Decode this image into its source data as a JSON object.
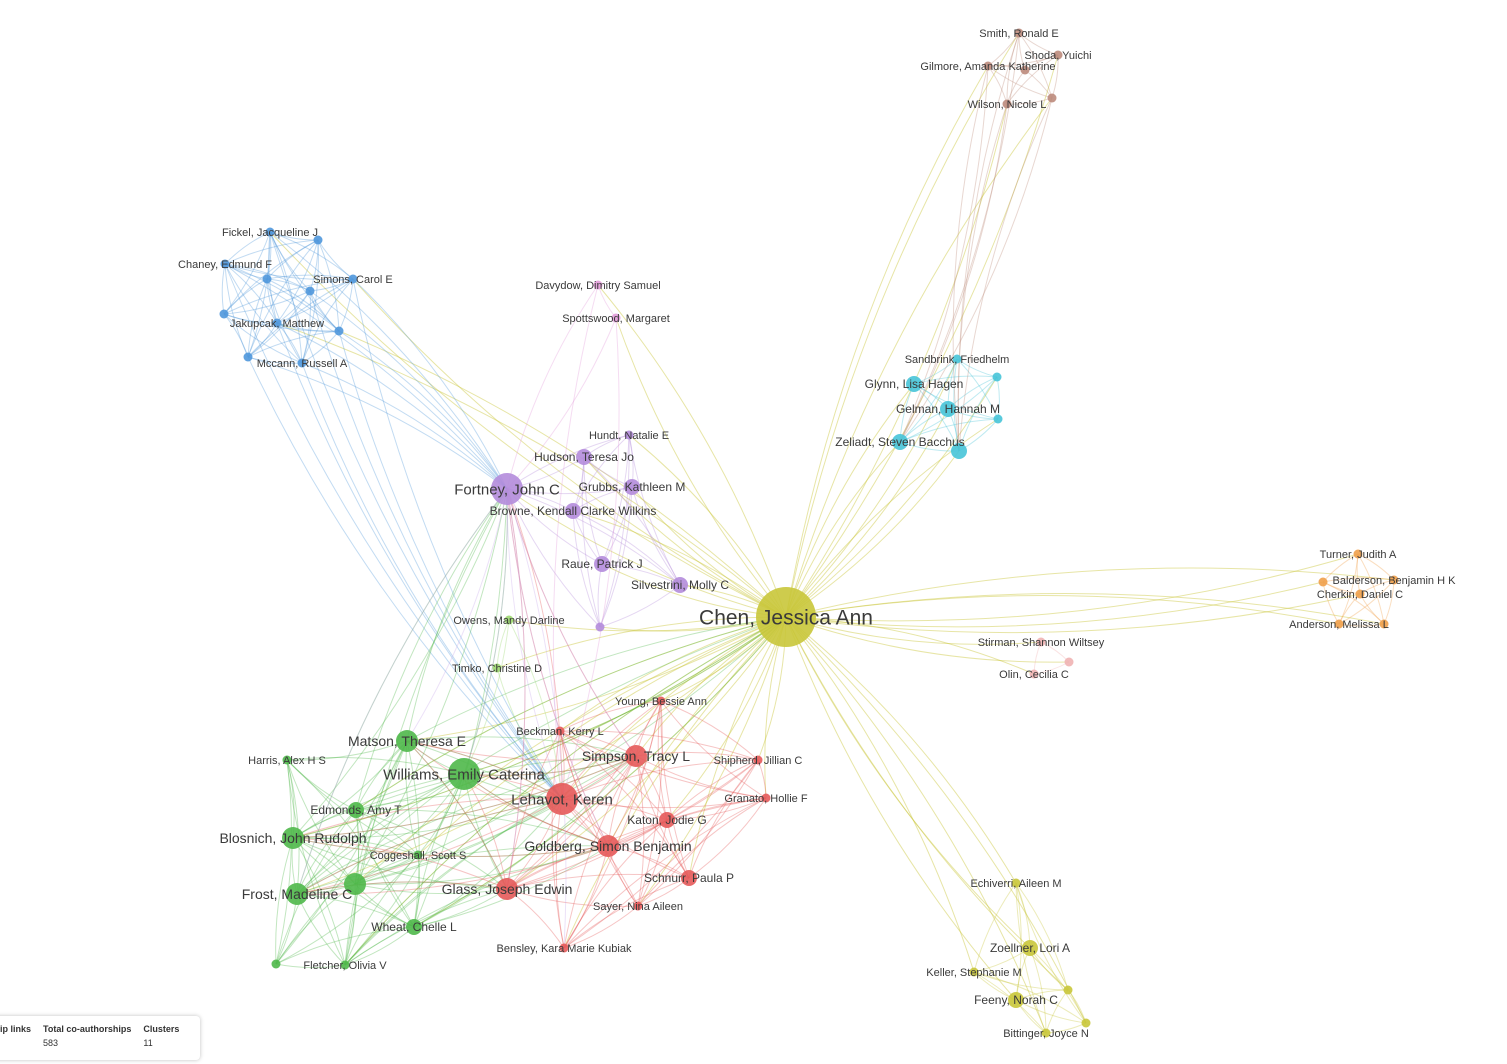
{
  "colors": {
    "red": "#e55a5a",
    "green": "#4fb84a",
    "blue": "#4f97db",
    "olive": "#c9c63a",
    "purple": "#b48cdb",
    "cyan": "#47c4d8",
    "orange": "#f0a04a",
    "brown": "#bd8b7c",
    "pink": "#e39bd9",
    "lightpink": "#f0b3b3",
    "lightgreen": "#9bd66f",
    "lightpurple": "#c9a9ea"
  },
  "nodes": [
    {
      "id": "chen",
      "label": "Chen, Jessica Ann",
      "cluster": "olive",
      "size": "xl"
    },
    {
      "id": "fortney",
      "label": "Fortney, John C",
      "cluster": "purple",
      "size": "l"
    },
    {
      "id": "lehavot",
      "label": "Lehavot, Keren",
      "cluster": "red",
      "size": "l"
    },
    {
      "id": "williams",
      "label": "Williams, Emily Caterina",
      "cluster": "green",
      "size": "l"
    },
    {
      "id": "simpson",
      "label": "Simpson, Tracy L",
      "cluster": "red",
      "size": "m"
    },
    {
      "id": "glass",
      "label": "Glass, Joseph Edwin",
      "cluster": "red",
      "size": "m"
    },
    {
      "id": "goldberg",
      "label": "Goldberg, Simon Benjamin",
      "cluster": "red",
      "size": "m"
    },
    {
      "id": "katon",
      "label": "Katon, Jodie G",
      "cluster": "red",
      "size": "s"
    },
    {
      "id": "schnurr",
      "label": "Schnurr, Paula P",
      "cluster": "red",
      "size": "s"
    },
    {
      "id": "sayer",
      "label": "Sayer, Nina Aileen",
      "cluster": "red",
      "size": "xs"
    },
    {
      "id": "bensley",
      "label": "Bensley, Kara Marie Kubiak",
      "cluster": "red",
      "size": "xs"
    },
    {
      "id": "young",
      "label": "Young, Bessie Ann",
      "cluster": "red",
      "size": "xs"
    },
    {
      "id": "beckman",
      "label": "Beckman, Kerry L",
      "cluster": "red",
      "size": "xs"
    },
    {
      "id": "shipherd",
      "label": "Shipherd, Jillian C",
      "cluster": "red",
      "size": "xs"
    },
    {
      "id": "granato",
      "label": "Granato, Hollie F",
      "cluster": "red",
      "size": "xs"
    },
    {
      "id": "matson",
      "label": "Matson, Theresa E",
      "cluster": "green",
      "size": "m"
    },
    {
      "id": "harris",
      "label": "Harris, Alex H S",
      "cluster": "green",
      "size": "xs"
    },
    {
      "id": "edmonds",
      "label": "Edmonds, Amy T",
      "cluster": "green",
      "size": "s"
    },
    {
      "id": "blosnich",
      "label": "Blosnich, John Rudolph",
      "cluster": "green",
      "size": "m"
    },
    {
      "id": "coggeshall",
      "label": "Coggeshall, Scott S",
      "cluster": "green",
      "size": "xs"
    },
    {
      "id": "frost",
      "label": "Frost, Madeline C",
      "cluster": "green",
      "size": "m"
    },
    {
      "id": "unnamed_green",
      "label": "",
      "cluster": "green",
      "size": "m"
    },
    {
      "id": "wheat",
      "label": "Wheat, Chelle L",
      "cluster": "green",
      "size": "s"
    },
    {
      "id": "fletcher",
      "label": "Fletcher, Olivia V",
      "cluster": "green",
      "size": "xs"
    },
    {
      "id": "unnamed_green2",
      "label": "",
      "cluster": "green",
      "size": "xs"
    },
    {
      "id": "owens",
      "label": "Owens, Mandy Darline",
      "cluster": "lightgreen",
      "size": "xs"
    },
    {
      "id": "timko",
      "label": "Timko, Christine D",
      "cluster": "lightgreen",
      "size": "xs"
    },
    {
      "id": "hudson",
      "label": "Hudson, Teresa Jo",
      "cluster": "purple",
      "size": "s"
    },
    {
      "id": "hundt",
      "label": "Hundt, Natalie E",
      "cluster": "purple",
      "size": "xs"
    },
    {
      "id": "grubbs",
      "label": "Grubbs, Kathleen M",
      "cluster": "purple",
      "size": "s"
    },
    {
      "id": "browne",
      "label": "Browne, Kendall Clarke Wilkins",
      "cluster": "purple",
      "size": "s"
    },
    {
      "id": "raue",
      "label": "Raue, Patrick J",
      "cluster": "purple",
      "size": "s"
    },
    {
      "id": "silvestrini",
      "label": "Silvestrini, Molly C",
      "cluster": "purple",
      "size": "s"
    },
    {
      "id": "unnamed_purple",
      "label": "",
      "cluster": "purple",
      "size": "xs"
    },
    {
      "id": "davydow",
      "label": "Davydow, Dimitry Samuel",
      "cluster": "pink",
      "size": "xs"
    },
    {
      "id": "spottswood",
      "label": "Spottswood, Margaret",
      "cluster": "pink",
      "size": "xs"
    },
    {
      "id": "fickel",
      "label": "Fickel, Jacqueline J",
      "cluster": "blue",
      "size": "xs"
    },
    {
      "id": "chaney",
      "label": "Chaney, Edmund F",
      "cluster": "blue",
      "size": "xs"
    },
    {
      "id": "simons",
      "label": "Simons, Carol E",
      "cluster": "blue",
      "size": "xs"
    },
    {
      "id": "jakupcak",
      "label": "Jakupcak, Matthew",
      "cluster": "blue",
      "size": "xs"
    },
    {
      "id": "mccann",
      "label": "Mccann, Russell A",
      "cluster": "blue",
      "size": "xs"
    },
    {
      "id": "b1",
      "label": "",
      "cluster": "blue",
      "size": "xs"
    },
    {
      "id": "b2",
      "label": "",
      "cluster": "blue",
      "size": "xs"
    },
    {
      "id": "b3",
      "label": "",
      "cluster": "blue",
      "size": "xs"
    },
    {
      "id": "b4",
      "label": "",
      "cluster": "blue",
      "size": "xs"
    },
    {
      "id": "b5",
      "label": "",
      "cluster": "blue",
      "size": "xs"
    },
    {
      "id": "sandbrink",
      "label": "Sandbrink, Friedhelm",
      "cluster": "cyan",
      "size": "xs"
    },
    {
      "id": "glynn",
      "label": "Glynn, Lisa Hagen",
      "cluster": "cyan",
      "size": "s"
    },
    {
      "id": "gelman",
      "label": "Gelman, Hannah M",
      "cluster": "cyan",
      "size": "s"
    },
    {
      "id": "zeliadt",
      "label": "Zeliadt, Steven Bacchus",
      "cluster": "cyan",
      "size": "s"
    },
    {
      "id": "c1",
      "label": "",
      "cluster": "cyan",
      "size": "xs"
    },
    {
      "id": "c2",
      "label": "",
      "cluster": "cyan",
      "size": "xs"
    },
    {
      "id": "c3",
      "label": "",
      "cluster": "cyan",
      "size": "s"
    },
    {
      "id": "smith",
      "label": "Smith, Ronald E",
      "cluster": "brown",
      "size": "xs"
    },
    {
      "id": "shoda",
      "label": "Shoda, Yuichi",
      "cluster": "brown",
      "size": "xs"
    },
    {
      "id": "gilmore",
      "label": "Gilmore, Amanda Katherine",
      "cluster": "brown",
      "size": "xs"
    },
    {
      "id": "wilson",
      "label": "Wilson, Nicole L",
      "cluster": "brown",
      "size": "xs"
    },
    {
      "id": "br1",
      "label": "",
      "cluster": "brown",
      "size": "xs"
    },
    {
      "id": "turner",
      "label": "Turner, Judith A",
      "cluster": "orange",
      "size": "xs"
    },
    {
      "id": "balderson",
      "label": "Balderson, Benjamin H K",
      "cluster": "orange",
      "size": "xs"
    },
    {
      "id": "cherkin",
      "label": "Cherkin, Daniel C",
      "cluster": "orange",
      "size": "xs"
    },
    {
      "id": "anderson",
      "label": "Anderson, Melissa L",
      "cluster": "orange",
      "size": "xs"
    },
    {
      "id": "o1",
      "label": "",
      "cluster": "orange",
      "size": "xs"
    },
    {
      "id": "stirman",
      "label": "Stirman, Shannon Wiltsey",
      "cluster": "lightpink",
      "size": "xs"
    },
    {
      "id": "olin",
      "label": "Olin, Cecilia C",
      "cluster": "lightpink",
      "size": "xs"
    },
    {
      "id": "lp1",
      "label": "",
      "cluster": "lightpink",
      "size": "xs"
    },
    {
      "id": "echiverri",
      "label": "Echiverri, Aileen M",
      "cluster": "olive",
      "size": "xs"
    },
    {
      "id": "zoellner",
      "label": "Zoellner, Lori A",
      "cluster": "olive",
      "size": "s"
    },
    {
      "id": "keller",
      "label": "Keller, Stephanie M",
      "cluster": "olive",
      "size": "xs"
    },
    {
      "id": "feeny",
      "label": "Feeny, Norah C",
      "cluster": "olive",
      "size": "s"
    },
    {
      "id": "bittinger",
      "label": "Bittinger, Joyce N",
      "cluster": "olive",
      "size": "xs"
    },
    {
      "id": "y1",
      "label": "",
      "cluster": "olive",
      "size": "xs"
    },
    {
      "id": "y2",
      "label": "",
      "cluster": "olive",
      "size": "xs"
    }
  ],
  "stats": [
    {
      "label": "ip links",
      "value": ""
    },
    {
      "label": "Total co-authorships",
      "value": "583"
    },
    {
      "label": "Clusters",
      "value": "11"
    }
  ]
}
